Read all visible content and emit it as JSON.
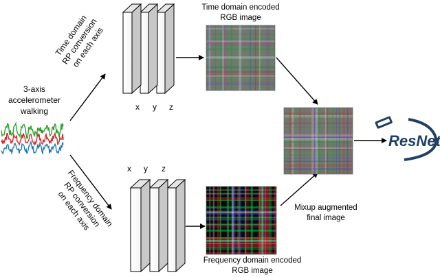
{
  "input": {
    "label_lines": [
      "3-axis",
      "accelerometer",
      "walking"
    ],
    "signal_colors": [
      "#2aa02b",
      "#d62728",
      "#1f77b4"
    ]
  },
  "time_branch": {
    "rotated_label_lines": [
      "Time domain",
      "RP conversion",
      "on each axis"
    ],
    "axis_labels": [
      "x",
      "y",
      "z"
    ],
    "image_caption_lines": [
      "Time domain encoded",
      "RGB image"
    ]
  },
  "freq_branch": {
    "rotated_label_lines": [
      "Frequency domain",
      "RP conversion",
      "on each axis"
    ],
    "axis_labels": [
      "x",
      "y",
      "z"
    ],
    "image_caption_lines": [
      "Frequency domain encoded",
      "RGB image"
    ]
  },
  "mixup": {
    "caption_lines": [
      "Mixup augmented",
      "final image"
    ]
  },
  "model": {
    "logo_text": "ResNet",
    "logo_color": "#1f3f66"
  }
}
